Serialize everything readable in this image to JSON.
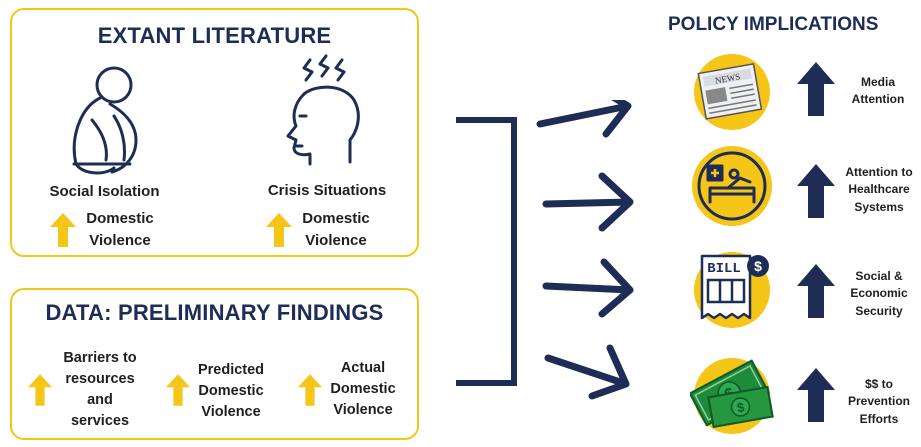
{
  "extant": {
    "title": "EXTANT LITERATURE",
    "items": [
      {
        "label": "Social Isolation",
        "effect": [
          "Domestic",
          "Violence"
        ]
      },
      {
        "label": "Crisis Situations",
        "effect": [
          "Domestic",
          "Violence"
        ]
      }
    ]
  },
  "data_panel": {
    "title": "DATA: PRELIMINARY FINDINGS",
    "items": [
      {
        "lines": [
          "Barriers to",
          "resources",
          "and",
          "services"
        ]
      },
      {
        "lines": [
          "Predicted",
          "Domestic",
          "Violence"
        ]
      },
      {
        "lines": [
          "Actual",
          "Domestic",
          "Violence"
        ]
      }
    ]
  },
  "policy": {
    "title": "POLICY IMPLICATIONS",
    "items": [
      {
        "icon": "newspaper-icon",
        "icon_text": "NEWS",
        "lines": [
          "Media",
          "Attention"
        ]
      },
      {
        "icon": "hospital-bed-icon",
        "lines": [
          "Attention to",
          "Healthcare",
          "Systems"
        ]
      },
      {
        "icon": "bill-icon",
        "icon_text": "BILL",
        "lines": [
          "Social &",
          "Economic",
          "Security"
        ]
      },
      {
        "icon": "money-icon",
        "lines": [
          "$$ to",
          "Prevention",
          "Efforts"
        ]
      }
    ]
  },
  "colors": {
    "navy": "#1e2d55",
    "gold": "#f5c518",
    "border": "#f5c518"
  }
}
